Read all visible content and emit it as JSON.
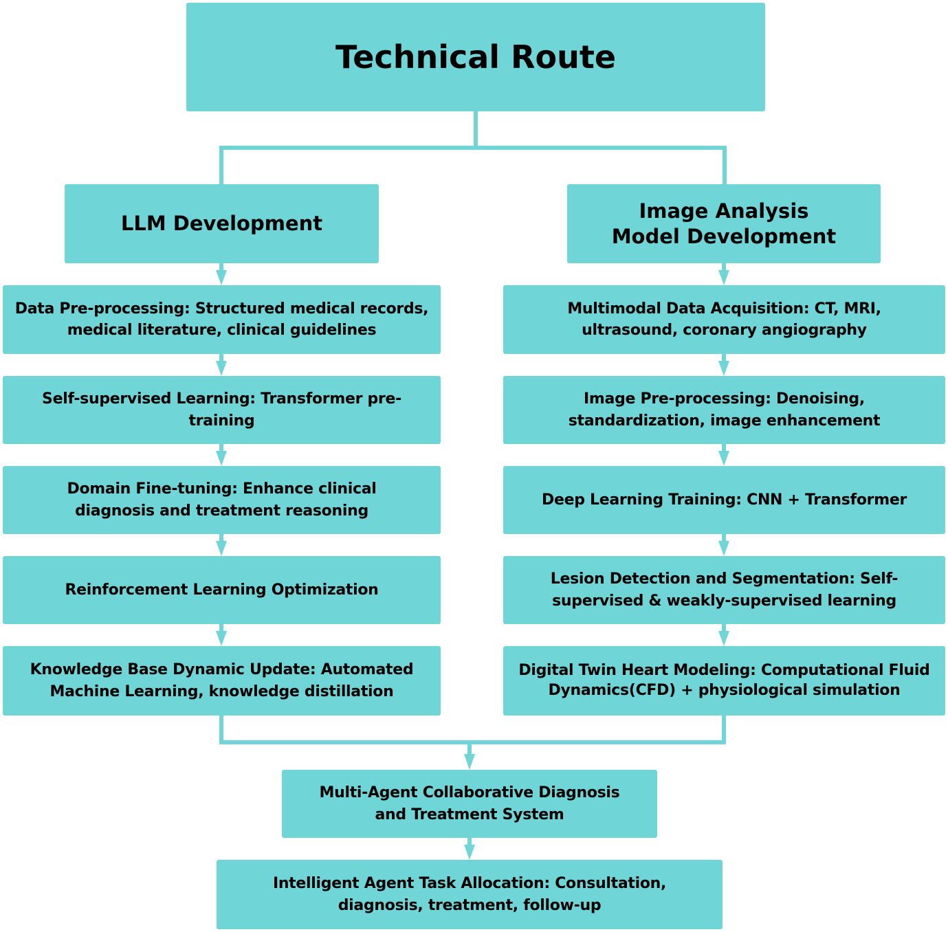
{
  "colors": {
    "node_fill": "#70d5d7",
    "connector": "#70d5d7",
    "text": "#000000"
  },
  "title": "Technical Route",
  "left_branch": {
    "title": "LLM Development",
    "steps": [
      "Data Pre-processing: Structured medical records, medical literature, clinical guidelines",
      "Self-supervised Learning: Transformer pre-training",
      "Domain Fine-tuning: Enhance clinical diagnosis and treatment reasoning",
      "Reinforcement Learning Optimization",
      "Knowledge Base Dynamic Update: Automated Machine Learning, knowledge distillation"
    ]
  },
  "right_branch": {
    "title": "Image Analysis Model Development",
    "steps": [
      "Multimodal Data Acquisition: CT, MRI, ultrasound, coronary angiography",
      "Image Pre-processing: Denoising, standardization, image enhancement",
      "Deep Learning Training: CNN + Transformer",
      "Lesion Detection and Segmentation: Self-supervised & weakly-supervised learning",
      "Digital Twin Heart Modeling: Computational Fluid Dynamics(CFD) + physiological simulation"
    ]
  },
  "merge": {
    "system": "Multi-Agent Collaborative Diagnosis and Treatment System",
    "allocation": "Intelligent Agent Task Allocation: Consultation, diagnosis, treatment, follow-up"
  }
}
